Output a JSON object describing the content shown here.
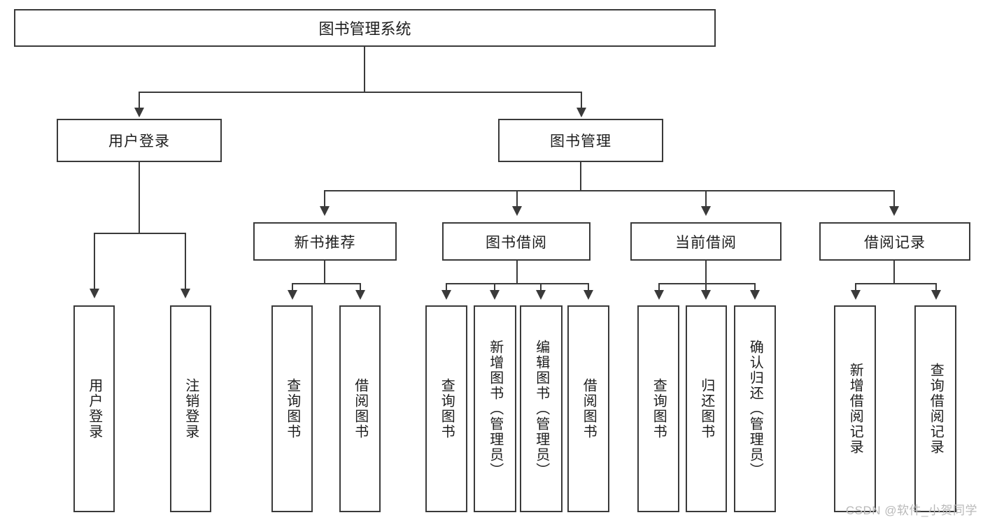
{
  "diagram": {
    "type": "tree-hierarchy",
    "title": "图书管理系统",
    "watermark": "CSDN @软件_小贺同学",
    "colors": {
      "stroke": "#3a3a3a",
      "fill": "#ffffff",
      "text": "#1d1d1d",
      "watermark": "#b9b9b9"
    },
    "root": {
      "label": "图书管理系统"
    },
    "level2": [
      {
        "label": "用户登录"
      },
      {
        "label": "图书管理"
      }
    ],
    "level3": [
      {
        "label": "新书推荐"
      },
      {
        "label": "图书借阅"
      },
      {
        "label": "当前借阅"
      },
      {
        "label": "借阅记录"
      }
    ],
    "leaves": {
      "user_login": [
        {
          "label": "用户登录"
        },
        {
          "label": "注销登录"
        }
      ],
      "new_book_recommend": [
        {
          "label": "查询图书"
        },
        {
          "label": "借阅图书"
        }
      ],
      "book_borrow": [
        {
          "label": "查询图书"
        },
        {
          "label": "新增图书（管理员）"
        },
        {
          "label": "编辑图书（管理员）"
        },
        {
          "label": "借阅图书"
        }
      ],
      "current_borrow": [
        {
          "label": "查询图书"
        },
        {
          "label": "归还图书"
        },
        {
          "label": "确认归还（管理员）"
        }
      ],
      "borrow_record": [
        {
          "label": "新增借阅记录"
        },
        {
          "label": "查询借阅记录"
        }
      ]
    }
  }
}
